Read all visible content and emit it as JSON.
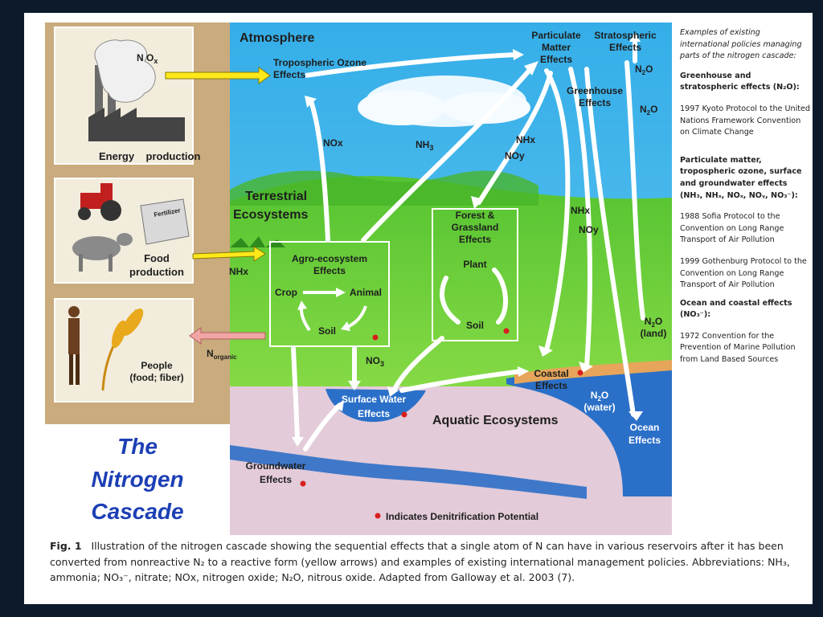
{
  "diagram": {
    "panels": {
      "energy": "Energy    production",
      "nox_source": "N O",
      "nox_sub": "x",
      "food_line1": "Food",
      "food_line2": "production",
      "fertilizer": "Fertilizer",
      "people_line1": "People",
      "people_line2": "(food; fiber)"
    },
    "title": [
      "The",
      "Nitrogen",
      "Cascade"
    ],
    "zones": {
      "atmosphere": "Atmosphere",
      "terrestrial_line1": "Terrestrial",
      "terrestrial_line2": "Ecosystems",
      "aquatic": "Aquatic Ecosystems"
    },
    "boxes": {
      "agro_line1": "Agro-ecosystem",
      "agro_line2": "Effects",
      "crop": "Crop",
      "animal": "Animal",
      "soil_agro": "Soil",
      "forest_line1": "Forest &",
      "forest_line2": "Grassland",
      "forest_line3": "Effects",
      "plant": "Plant",
      "soil_forest": "Soil"
    },
    "effects": {
      "ozone_line1": "Tropospheric Ozone",
      "ozone_line2": "Effects",
      "pm_line1": "Particulate",
      "pm_line2": "Matter",
      "pm_line3": "Effects",
      "strat_line1": "Stratospheric",
      "strat_line2": "Effects",
      "greenhouse_line1": "Greenhouse",
      "greenhouse_line2": "Effects",
      "surface_line1": "Surface Water",
      "surface_line2": "Effects",
      "ground_line1": "Groundwater",
      "ground_line2": "Effects",
      "coastal_line1": "Coastal",
      "coastal_line2": "Effects",
      "ocean_line1": "Ocean",
      "ocean_line2": "Effects"
    },
    "flows": {
      "nox": "NOx",
      "nh3": "NH",
      "nh3_sub": "3",
      "nhx_upper": "NHx",
      "noy_upper": "NOy",
      "nhx_right": "NHx",
      "noy_right": "NOy",
      "nhx_food": "NHx",
      "n2o_strat": "N",
      "n2o_strat_sub": "2",
      "n2o_strat_end": "O",
      "n2o_green": "N",
      "n2o_green_sub": "2",
      "n2o_green_end": "O",
      "n2o_land_line1": "N",
      "n2o_land_sub": "2",
      "n2o_land_end": "O",
      "n2o_land_line2": "(land)",
      "n2o_water_line1": "N",
      "n2o_water_sub": "2",
      "n2o_water_end": "O",
      "n2o_water_line2": "(water)",
      "no3": "NO",
      "no3_sub": "3",
      "norganic": "N",
      "norganic_sub": "organic"
    },
    "legend": "Indicates Denitrification Potential",
    "colors": {
      "sky": "#3fb6ea",
      "land": "#5fcd3a",
      "water": "#2b70c8",
      "aquatic_bg": "#e3cbd9",
      "panel_bg": "#c9ab7d",
      "yellow_arrow": "#ffe81a",
      "pink_arrow": "#f2a5a5",
      "title_blue": "#1c3fb5",
      "red_dot": "#d81f1f"
    }
  },
  "sidebar": {
    "intro": "Examples of existing international policies managing parts of the nitrogen cascade:",
    "groups": [
      {
        "heading": "Greenhouse and stratospheric effects (N₂O):",
        "items": [
          "1997 Kyoto Protocol to the United Nations Framework Convention on Climate Change"
        ]
      },
      {
        "heading": "Particulate matter, tropospheric ozone, surface and groundwater effects (NH₃, NHₓ, NOₓ, NOᵧ, NO₃⁻):",
        "items": [
          "1988 Sofia Protocol to the Convention on Long Range Transport of Air Pollution",
          "1999 Gothenburg Protocol to the Convention on Long Range Transport of Air Pollution"
        ]
      },
      {
        "heading": "Ocean and coastal effects (NO₃⁻):",
        "items": [
          "1972 Convention for the Prevention of Marine Pollution from Land Based Sources"
        ]
      }
    ]
  },
  "caption": {
    "label": "Fig. 1",
    "text": "Illustration of the nitrogen cascade showing the sequential effects that a single atom of N can have in various reservoirs after it has been converted from nonreactive N₂ to a reactive form (yellow arrows) and examples of existing international management policies. Abbreviations: NH₃, ammonia; NO₃⁻, nitrate; NOx, nitrogen oxide; N₂O, nitrous oxide. Adapted from Galloway et al. 2003 (7)."
  }
}
